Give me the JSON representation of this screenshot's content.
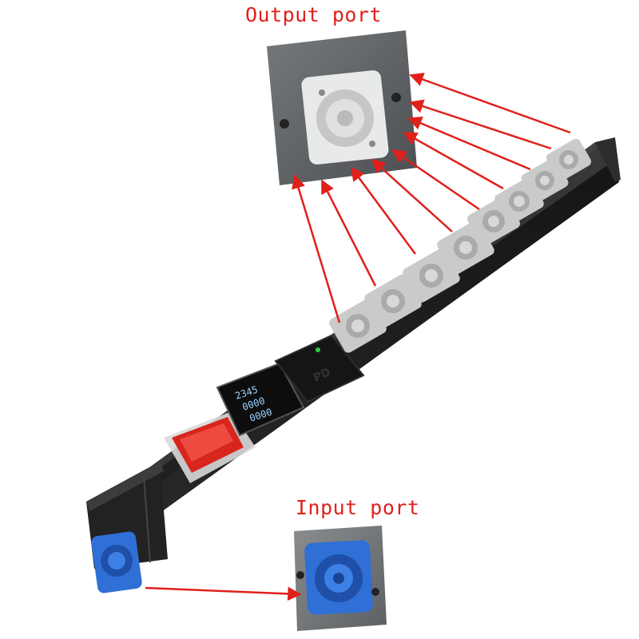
{
  "labels": {
    "output_port": "Output port",
    "input_port": "Input port"
  },
  "meter": {
    "row1": "2345",
    "row2": "0000",
    "row3": "0000"
  },
  "logo_text": "PD",
  "output_port_count": 8,
  "colors": {
    "annotation": "#e0201b",
    "bar_body": "#1c1c1c",
    "socket_output": "#c9cbcb",
    "socket_input": "#2f6fd6",
    "switch_red": "#d8261f",
    "lcd_text": "#9fd3ff"
  },
  "icons": [
    "arrow-icon",
    "screw-icon",
    "led-indicator"
  ]
}
